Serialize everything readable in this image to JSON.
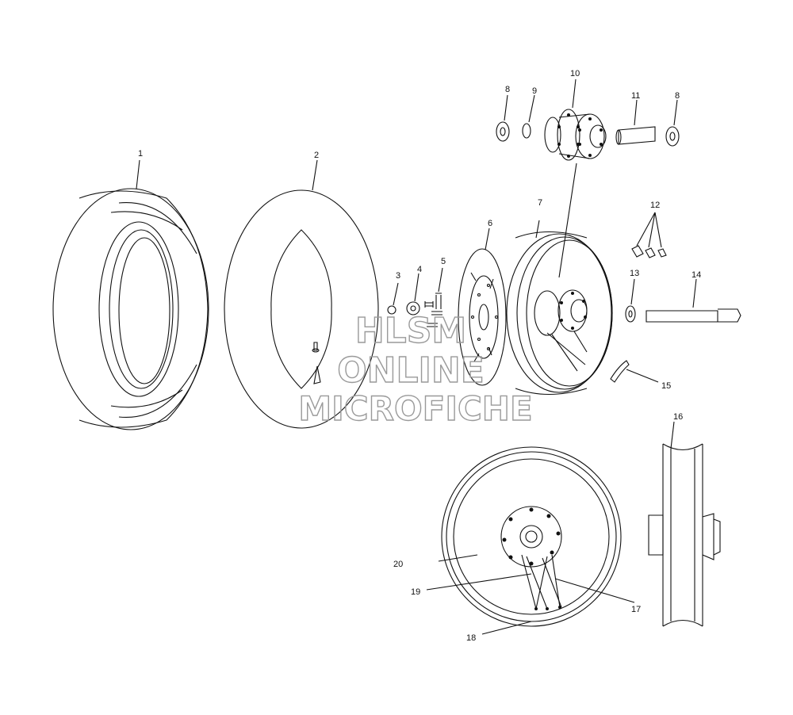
{
  "diagram": {
    "callouts": {
      "c1": "1",
      "c2": "2",
      "c3": "3",
      "c4": "4",
      "c5": "5",
      "c6": "6",
      "c7": "7",
      "c8a": "8",
      "c8b": "8",
      "c9": "9",
      "c10": "10",
      "c11": "11",
      "c12": "12",
      "c13": "13",
      "c14": "14",
      "c15": "15",
      "c16": "16",
      "c17": "17",
      "c18": "18",
      "c19": "19",
      "c20": "20"
    },
    "watermark": {
      "line1": "HLSM",
      "line2": "ONLINE",
      "line3": "MICROFICHE"
    },
    "colors": {
      "line": "#111111",
      "watermark": "#9a9a9a",
      "background": "#ffffff"
    }
  }
}
